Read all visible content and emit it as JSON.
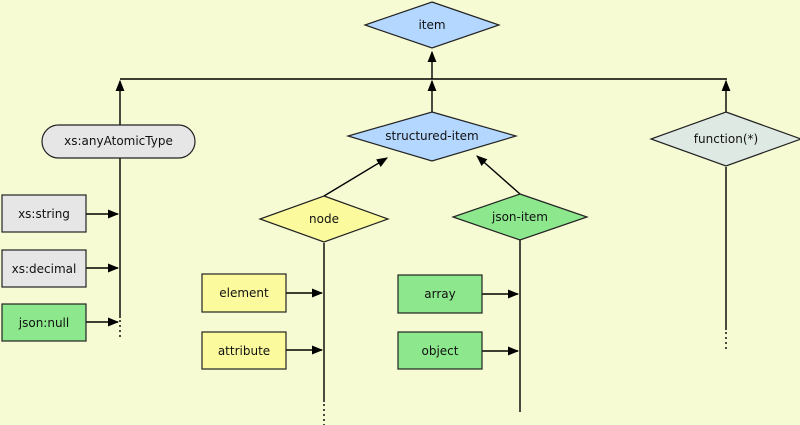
{
  "colors": {
    "background": "#f6fbd3",
    "blue": "#b3d7ff",
    "yellow": "#fbfb9e",
    "green": "#8de88d",
    "gray": "#e6e6e6",
    "gray_green": "#dfe9e4"
  },
  "nodes": {
    "item": "item",
    "any_atomic_type": "xs:anyAtomicType",
    "structured_item": "structured-item",
    "function": "function(*)",
    "node": "node",
    "json_item": "json-item",
    "xs_string": "xs:string",
    "xs_decimal": "xs:decimal",
    "json_null": "json:null",
    "element": "element",
    "attribute": "attribute",
    "array": "array",
    "object": "object"
  }
}
